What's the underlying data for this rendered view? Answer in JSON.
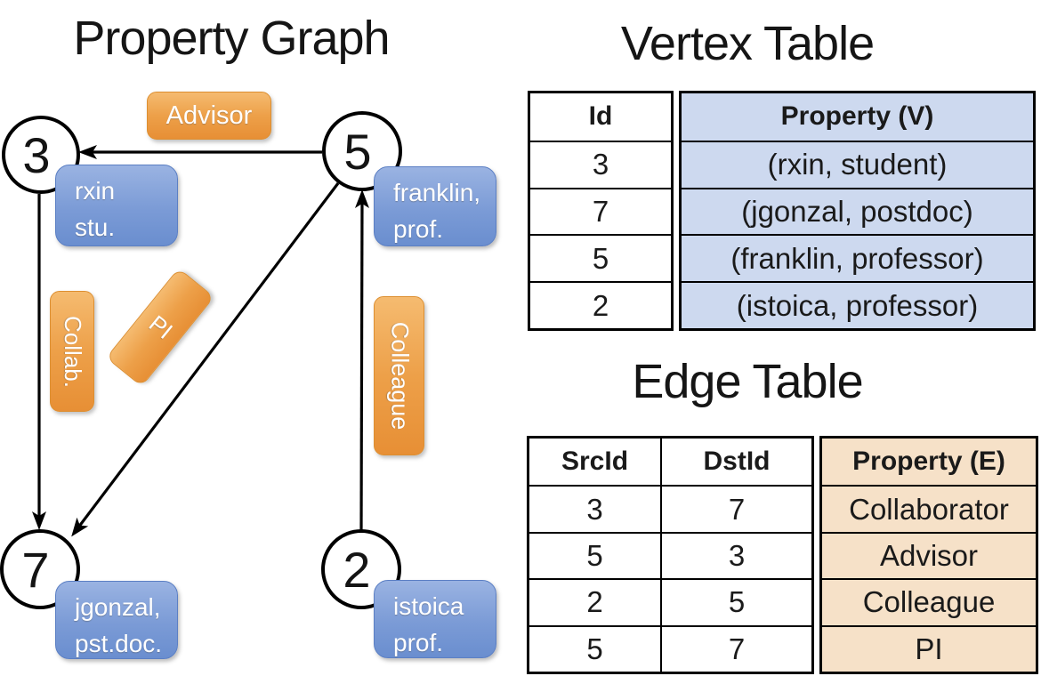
{
  "colors": {
    "edge_label_orange": "#eda049",
    "vertex_box_blue": "#7b9bd6",
    "vertex_table_cell_bg": "#cdd9ef",
    "edge_table_cell_bg": "#f6e1c8",
    "line_color": "#000000"
  },
  "property_graph": {
    "title": "Property Graph",
    "nodes": [
      {
        "id": "3",
        "property_line1": "rxin",
        "property_line2": "stu."
      },
      {
        "id": "5",
        "property_line1": "franklin,",
        "property_line2": "prof."
      },
      {
        "id": "7",
        "property_line1": "jgonzal,",
        "property_line2": "pst.doc."
      },
      {
        "id": "2",
        "property_line1": "istoica",
        "property_line2": "prof."
      }
    ],
    "edge_labels": {
      "advisor": "Advisor",
      "collab": "Collab.",
      "pi": "PI",
      "colleague": "Colleague"
    }
  },
  "vertex_table": {
    "title": "Vertex Table",
    "headers": {
      "id": "Id",
      "property": "Property (V)"
    },
    "rows": [
      {
        "id": "3",
        "property": "(rxin, student)"
      },
      {
        "id": "7",
        "property": "(jgonzal, postdoc)"
      },
      {
        "id": "5",
        "property": "(franklin, professor)"
      },
      {
        "id": "2",
        "property": "(istoica, professor)"
      }
    ]
  },
  "edge_table": {
    "title": "Edge Table",
    "headers": {
      "src": "SrcId",
      "dst": "DstId",
      "property": "Property (E)"
    },
    "rows": [
      {
        "src": "3",
        "dst": "7",
        "property": "Collaborator"
      },
      {
        "src": "5",
        "dst": "3",
        "property": "Advisor"
      },
      {
        "src": "2",
        "dst": "5",
        "property": "Colleague"
      },
      {
        "src": "5",
        "dst": "7",
        "property": "PI"
      }
    ]
  }
}
